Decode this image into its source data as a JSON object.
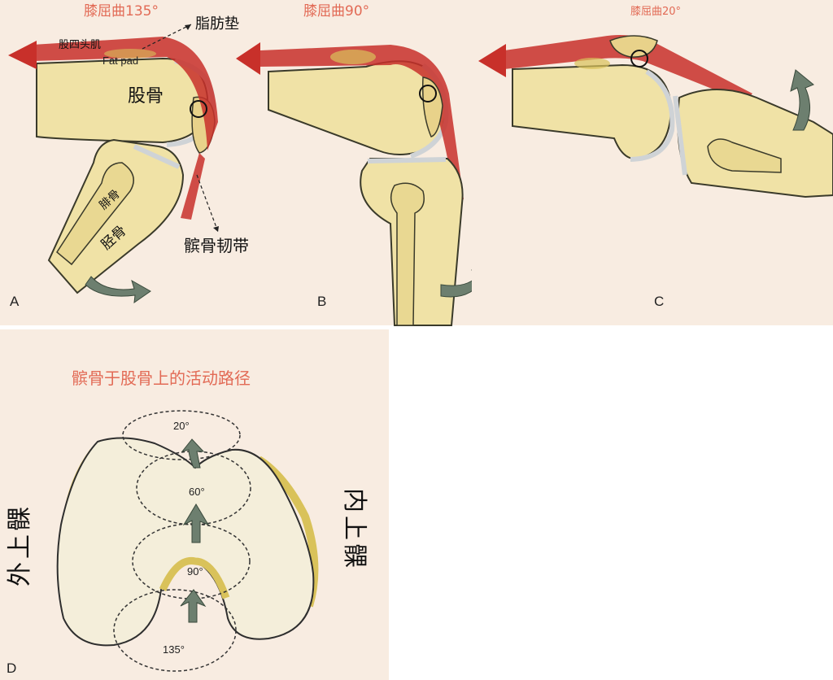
{
  "panel_a": {
    "title": "膝屈曲135°",
    "fat_pad_cn": "脂肪垫",
    "quadriceps": "股四头肌",
    "fat_pad_en": "Fat pad",
    "femur": "股骨",
    "fibula": "腓骨",
    "tibia": "胫骨",
    "patellar_ligament": "髌骨韧带",
    "letter": "A"
  },
  "panel_b": {
    "title": "膝屈曲90°",
    "letter": "B"
  },
  "panel_c": {
    "title": "膝屈曲20°",
    "letter": "C"
  },
  "panel_d": {
    "title": "髌骨于股骨上的活动路径",
    "lateral": "外上髁",
    "medial": "内上髁",
    "angles": [
      "20°",
      "60°",
      "90°",
      "135°"
    ],
    "letter": "D"
  },
  "colors": {
    "background": "#f8ece1",
    "bone": "#f0e2a6",
    "muscle": "#c8302a",
    "title": "#e26a55",
    "arrow": "#6d7f6f"
  }
}
